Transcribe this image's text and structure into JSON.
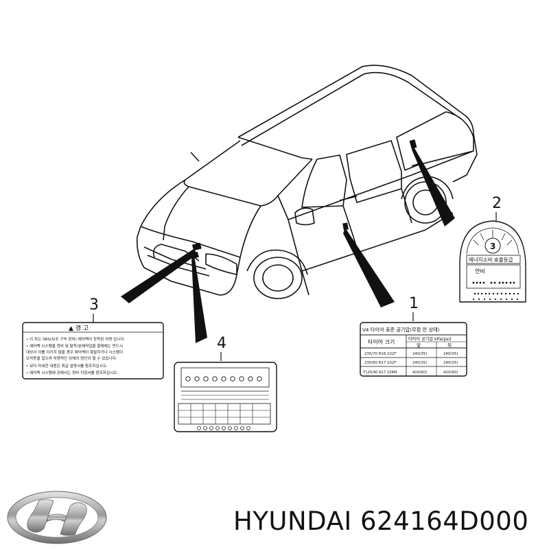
{
  "callouts": {
    "c1": "1",
    "c2": "2",
    "c3": "3",
    "c4": "4"
  },
  "labels": {
    "tire": {
      "title": "V4 타이어 표준 공기압(무정 먼 상태)",
      "head_size": "타이어 크기",
      "head_pressure": "타이어 공기압 kPa(psi)",
      "head_front": "앞",
      "head_rear": "뒤",
      "rows": [
        {
          "size": "235/70 R16 102T",
          "front": "240(35)",
          "rear": "240(35)"
        },
        {
          "size": "235/60 R17 102T",
          "front": "240(35)",
          "rear": "240(35)"
        },
        {
          "size": "T125/90 R17 104M",
          "front": "420(60)",
          "rear": "420(60)"
        }
      ]
    },
    "fuel": {
      "title": "에너지소비 효율등급",
      "grade": "3",
      "row1": "연비"
    },
    "warning": {
      "title": "▲ 경   고",
      "lines": [
        "• 이 차는 SRS(보조 구속 장치) 에어백이 장착된 차량 입니다.",
        "• 에어백 시스템을 정비 및 탈착/분해작업을 할때에는 반드시",
        "  대상서 이를 지키지 않을 경우 에어백이 폭발하거나 시스템이",
        "  오작동을 일으켜 치명적인 상해의 원인이 될 수 있습니다.",
        "• 보다 자세한 내용은 취급 설명서를 참조하십시오.",
        "• 에어백 시스템에 관해서는 정비 지침서를 참조하십시오."
      ]
    }
  },
  "brand": {
    "name": "HYUNDAI",
    "part_number": "624164D000"
  }
}
